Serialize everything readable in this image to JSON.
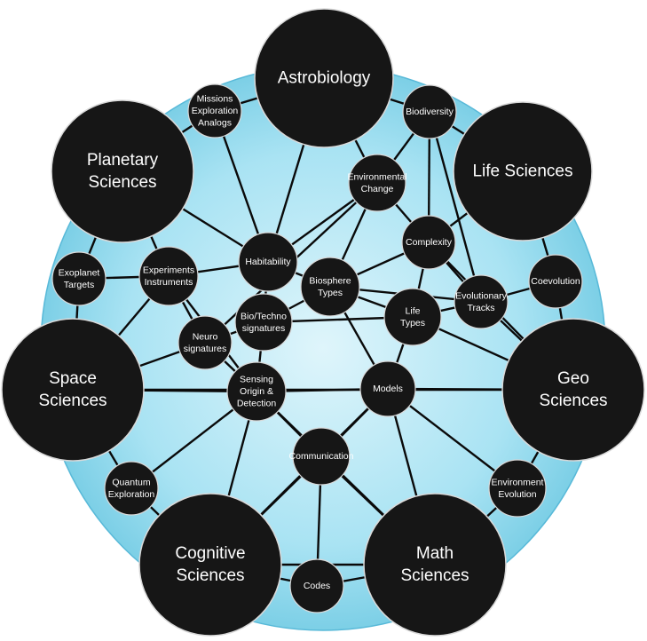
{
  "colors": {
    "background_fill": "#a9e3f3",
    "background_edge": "#58b9d8",
    "node_fill": "#161616",
    "node_stroke": "#d9d9d9",
    "edge": "#0a0a0a",
    "label": "#ffffff"
  },
  "nodes": {
    "astrobiology": {
      "lines": [
        "Astrobiology"
      ]
    },
    "planetary": {
      "lines": [
        "Planetary",
        "Sciences"
      ]
    },
    "life": {
      "lines": [
        "Life Sciences"
      ]
    },
    "space": {
      "lines": [
        "Space",
        "Sciences"
      ]
    },
    "geo": {
      "lines": [
        "Geo",
        "Sciences"
      ]
    },
    "cognitive": {
      "lines": [
        "Cognitive",
        "Sciences"
      ]
    },
    "math": {
      "lines": [
        "Math",
        "Sciences"
      ]
    },
    "missions": {
      "lines": [
        "Missions",
        "Exploration",
        "Analogs"
      ]
    },
    "biodiversity": {
      "lines": [
        "Biodiversity"
      ]
    },
    "envchange": {
      "lines": [
        "Environmental",
        "Change"
      ]
    },
    "complexity": {
      "lines": [
        "Complexity"
      ]
    },
    "habitability": {
      "lines": [
        "Habitability"
      ]
    },
    "exoplanet": {
      "lines": [
        "Exoplanet",
        "Targets"
      ]
    },
    "experiments": {
      "lines": [
        "Experiments",
        "Instruments"
      ]
    },
    "biosphere": {
      "lines": [
        "Biosphere",
        "Types"
      ]
    },
    "evotracks": {
      "lines": [
        "Evolutionary",
        "Tracks"
      ]
    },
    "coevolution": {
      "lines": [
        "Coevolution"
      ]
    },
    "biotechno": {
      "lines": [
        "Bio/Techno",
        "signatures"
      ]
    },
    "lifetypes": {
      "lines": [
        "Life",
        "Types"
      ]
    },
    "neuro": {
      "lines": [
        "Neuro",
        "signatures"
      ]
    },
    "sensing": {
      "lines": [
        "Sensing",
        "Origin &",
        "Detection"
      ]
    },
    "models": {
      "lines": [
        "Models"
      ]
    },
    "communication": {
      "lines": [
        "Communication"
      ]
    },
    "quantum": {
      "lines": [
        "Quantum",
        "Exploration"
      ]
    },
    "envevolution": {
      "lines": [
        "Environment",
        "Evolution"
      ]
    },
    "codes": {
      "lines": [
        "Codes"
      ]
    }
  },
  "edges": [
    [
      "astrobiology",
      "missions"
    ],
    [
      "astrobiology",
      "biodiversity"
    ],
    [
      "astrobiology",
      "envchange"
    ],
    [
      "astrobiology",
      "habitability"
    ],
    [
      "missions",
      "planetary"
    ],
    [
      "missions",
      "habitability"
    ],
    [
      "biodiversity",
      "life"
    ],
    [
      "biodiversity",
      "envchange"
    ],
    [
      "biodiversity",
      "complexity"
    ],
    [
      "biodiversity",
      "evotracks"
    ],
    [
      "envchange",
      "complexity"
    ],
    [
      "envchange",
      "habitability"
    ],
    [
      "envchange",
      "biosphere"
    ],
    [
      "envchange",
      "neuro"
    ],
    [
      "planetary",
      "exoplanet"
    ],
    [
      "planetary",
      "experiments"
    ],
    [
      "planetary",
      "habitability"
    ],
    [
      "life",
      "complexity"
    ],
    [
      "life",
      "coevolution"
    ],
    [
      "complexity",
      "biosphere"
    ],
    [
      "complexity",
      "lifetypes"
    ],
    [
      "complexity",
      "evotracks"
    ],
    [
      "complexity",
      "geo"
    ],
    [
      "habitability",
      "experiments"
    ],
    [
      "habitability",
      "biosphere"
    ],
    [
      "habitability",
      "biotechno"
    ],
    [
      "exoplanet",
      "experiments"
    ],
    [
      "exoplanet",
      "space"
    ],
    [
      "experiments",
      "space"
    ],
    [
      "experiments",
      "neuro"
    ],
    [
      "experiments",
      "sensing"
    ],
    [
      "biosphere",
      "biotechno"
    ],
    [
      "biosphere",
      "lifetypes"
    ],
    [
      "biosphere",
      "evotracks"
    ],
    [
      "biosphere",
      "models"
    ],
    [
      "evotracks",
      "coevolution"
    ],
    [
      "evotracks",
      "lifetypes"
    ],
    [
      "evotracks",
      "geo"
    ],
    [
      "coevolution",
      "geo"
    ],
    [
      "biotechno",
      "sensing"
    ],
    [
      "biotechno",
      "neuro"
    ],
    [
      "biotechno",
      "lifetypes"
    ],
    [
      "lifetypes",
      "geo"
    ],
    [
      "lifetypes",
      "models"
    ],
    [
      "neuro",
      "space"
    ],
    [
      "neuro",
      "sensing"
    ],
    [
      "sensing",
      "space"
    ],
    [
      "sensing",
      "models"
    ],
    [
      "sensing",
      "communication"
    ],
    [
      "sensing",
      "quantum"
    ],
    [
      "sensing",
      "cognitive"
    ],
    [
      "sensing",
      "math"
    ],
    [
      "models",
      "geo"
    ],
    [
      "models",
      "communication"
    ],
    [
      "models",
      "math"
    ],
    [
      "models",
      "envevolution"
    ],
    [
      "models",
      "cognitive"
    ],
    [
      "space",
      "geo"
    ],
    [
      "space",
      "quantum"
    ],
    [
      "geo",
      "envevolution"
    ],
    [
      "communication",
      "cognitive"
    ],
    [
      "communication",
      "codes"
    ],
    [
      "communication",
      "math"
    ],
    [
      "quantum",
      "cognitive"
    ],
    [
      "envevolution",
      "math"
    ],
    [
      "cognitive",
      "codes"
    ],
    [
      "cognitive",
      "math"
    ],
    [
      "codes",
      "math"
    ]
  ]
}
